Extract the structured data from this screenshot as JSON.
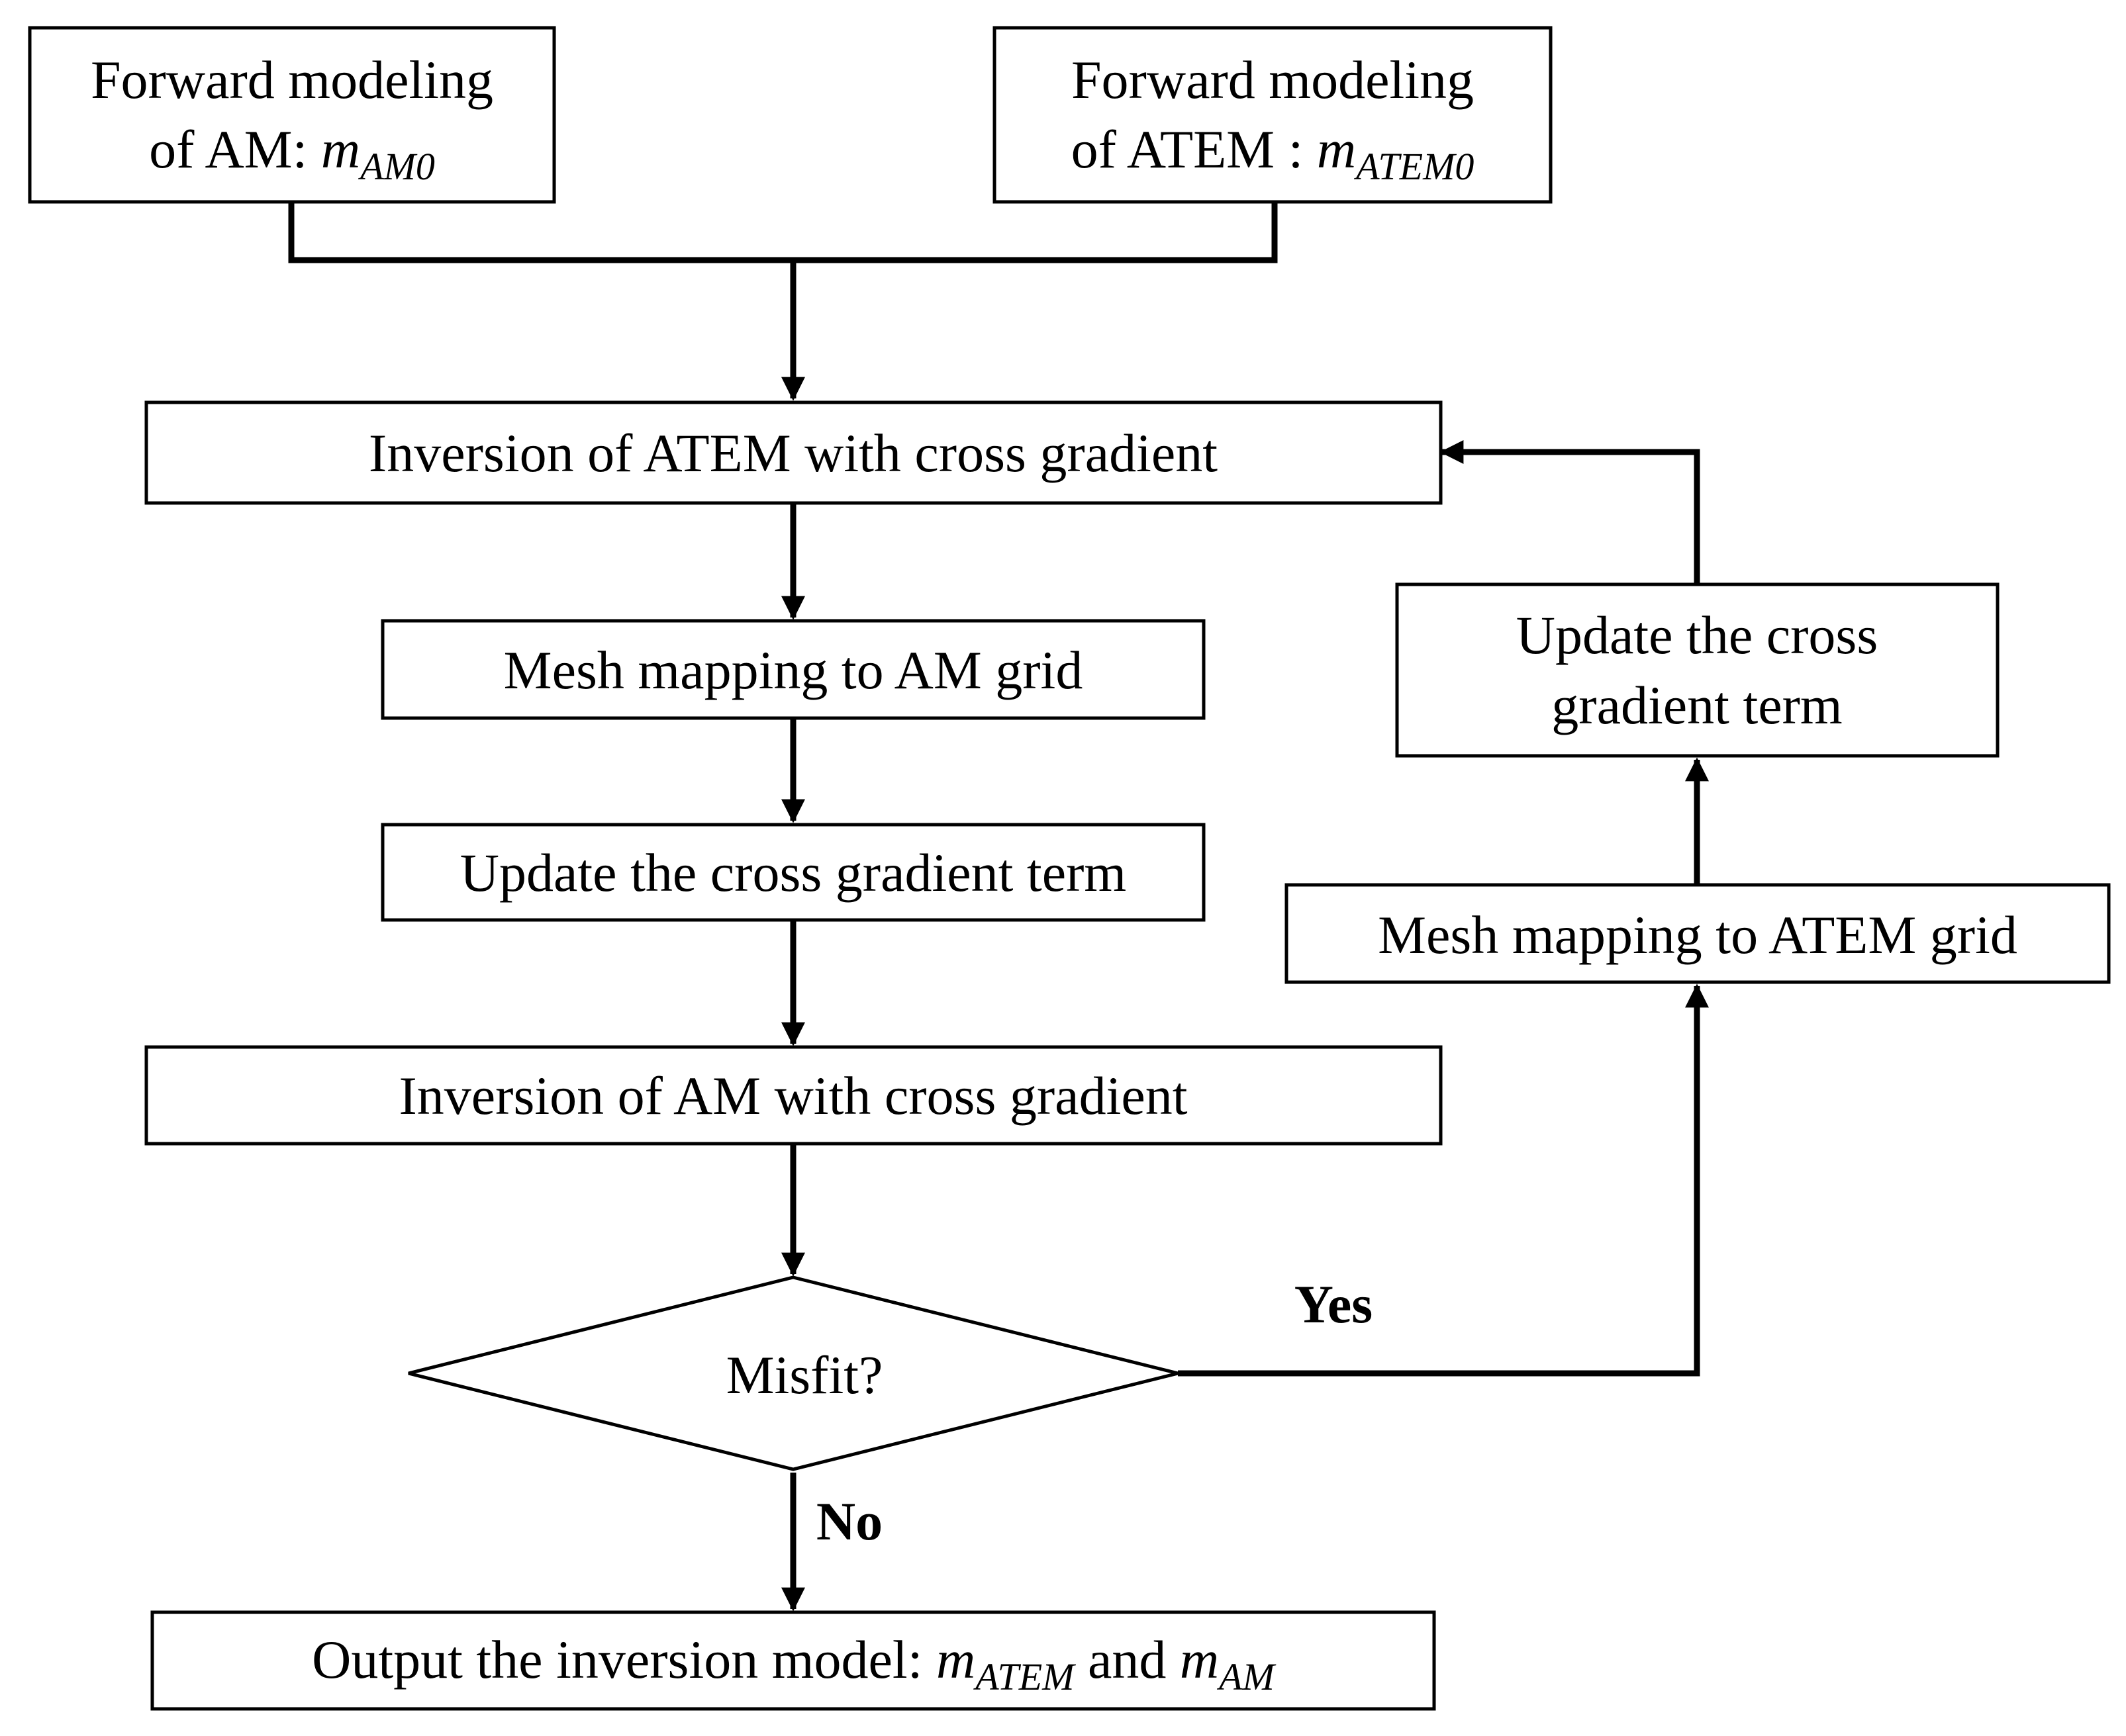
{
  "nodes": {
    "forward_am": {
      "line1": "Forward modeling",
      "line2_text": "of AM: ",
      "line2_math": "m",
      "line2_sub": "AM0"
    },
    "forward_atem": {
      "line1": "Forward modeling",
      "line2_text": "of ATEM : ",
      "line2_math": "m",
      "line2_sub": "ATEM0"
    },
    "inv_atem": "Inversion of ATEM with cross gradient",
    "mesh_am": "Mesh mapping to AM grid",
    "update_left": "Update the cross gradient term",
    "inv_am": "Inversion of AM with cross gradient",
    "misfit": "Misfit?",
    "output": {
      "text": "Output the inversion model: ",
      "math1": "m",
      "sub1": "ATEM",
      "and": " and ",
      "math2": "m",
      "sub2": "AM"
    },
    "update_right": {
      "line1": "Update the cross",
      "line2": "gradient term"
    },
    "mesh_atem": "Mesh mapping to ATEM grid"
  },
  "edge_labels": {
    "yes": "Yes",
    "no": "No"
  }
}
